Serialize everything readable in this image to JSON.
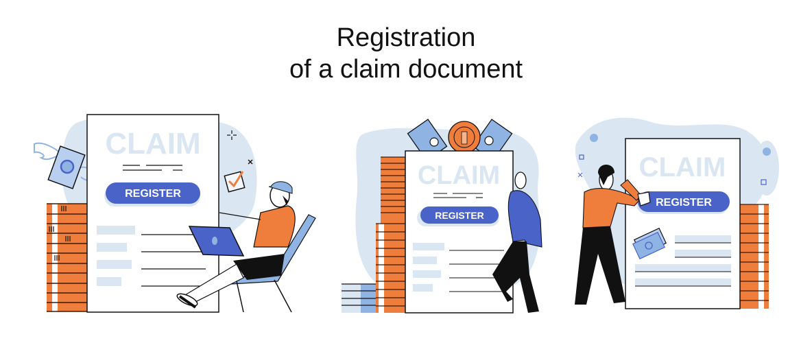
{
  "header": {
    "title_line1": "Registration",
    "title_line2": "of a claim document"
  },
  "colors": {
    "accent_blue": "#4a63c9",
    "light_blue": "#dbe6f3",
    "mid_blue": "#8fb3e3",
    "orange": "#ef7d3c",
    "dark": "#111111",
    "claim_text": "#dbe6f3"
  },
  "scenes": [
    {
      "id": "left",
      "document_heading": "CLAIM",
      "button_label": "REGISTER",
      "icons": [
        "winged-money-icon",
        "checkbox-icon",
        "sparkle-icon",
        "cross-icon",
        "laptop-icon",
        "book-stack-icon"
      ],
      "character": "man-sitting-with-laptop"
    },
    {
      "id": "middle",
      "document_heading": "CLAIM",
      "button_label": "REGISTER",
      "icons": [
        "banknotes-icon",
        "coin-icon",
        "book-stack-icon",
        "paper-stack-icon"
      ],
      "character": "man-leaning-on-document"
    },
    {
      "id": "right",
      "document_heading": "CLAIM",
      "button_label": "REGISTER",
      "icons": [
        "banknote-icon",
        "hexagon-icon",
        "circle-icon",
        "square-icon",
        "book-stack-icon"
      ],
      "character": "man-pressing-register"
    }
  ]
}
